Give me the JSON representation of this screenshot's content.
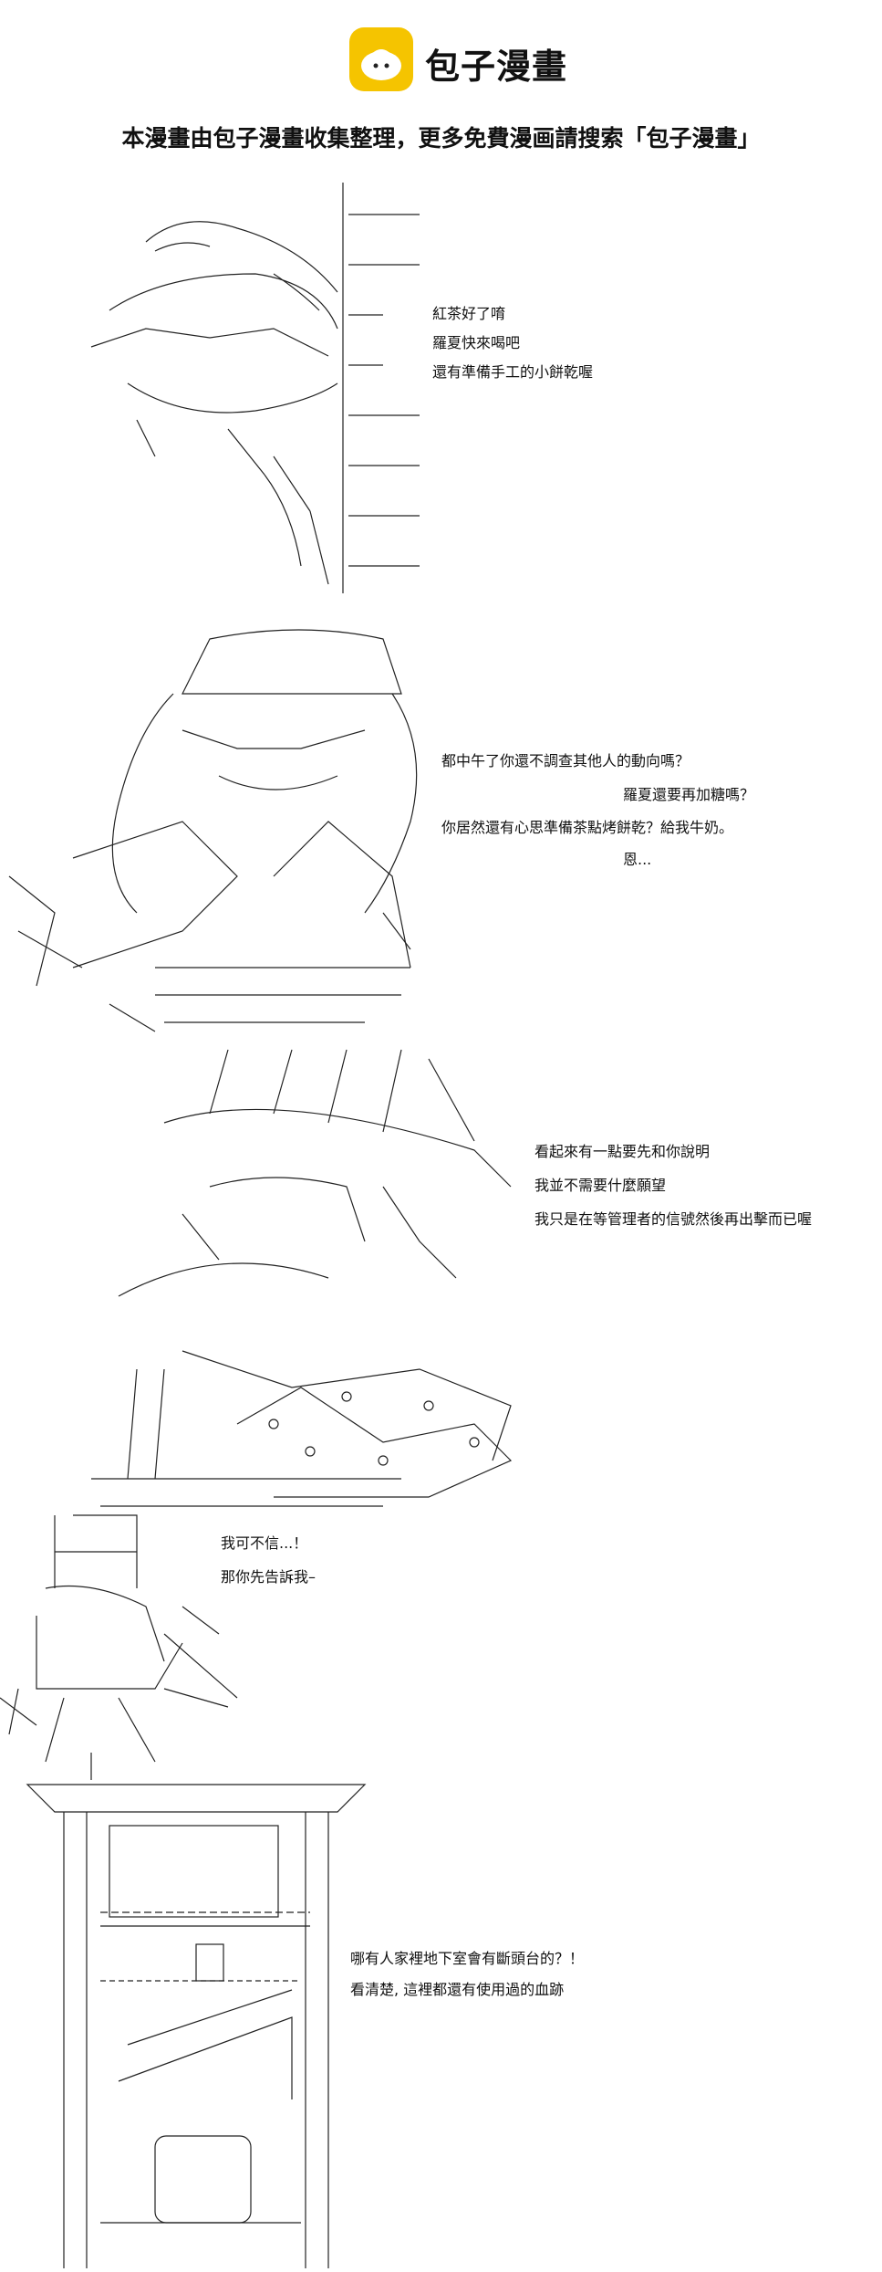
{
  "header": {
    "logo_icon": "bun-face-icon",
    "brand_name": "包子漫畫",
    "brand_color": "#f5c400",
    "notice": "本漫畫由包子漫畫收集整理，更多免費漫画請搜索「包子漫畫」"
  },
  "panels": [
    {
      "lines": [
        "紅茶好了唷",
        "羅夏快來喝吧",
        "還有準備手工的小餅乾喔"
      ]
    },
    {
      "lines": [
        "都中午了你還不調查其他人的動向嗎？",
        "羅夏還要再加糖嗎？",
        "你居然還有心思準備茶點烤餅乾？給我牛奶。",
        "恩..."
      ]
    },
    {
      "lines": [
        "看起來有一點要先和你說明",
        "我並不需要什麼願望",
        "我只是在等管理者的信號然後再出擊而已喔"
      ]
    },
    {
      "lines": [
        "我可不信...！",
        "那你先告訴我–"
      ]
    },
    {
      "lines": [
        "哪有人家裡地下室會有斷頭台的？！",
        "看清楚, 這裡都還有使用過的血跡"
      ]
    }
  ]
}
